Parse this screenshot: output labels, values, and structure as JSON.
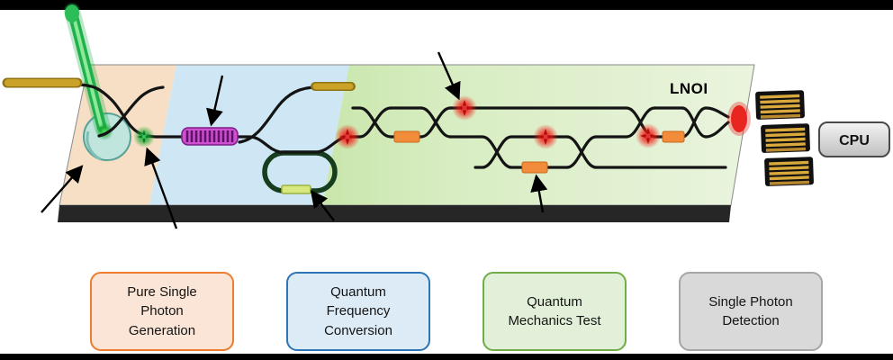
{
  "scene": {
    "material_label": "LNOI",
    "cpu_label": "CPU"
  },
  "legend": {
    "generation": {
      "label": "Pure Single Photon Generation",
      "fill": "#FBE5D6",
      "border": "#ED7D31"
    },
    "conversion": {
      "label": "Quantum Frequency Conversion",
      "fill": "#DDEBF7",
      "border": "#2E75B6"
    },
    "test": {
      "label": "Quantum Mechanics Test",
      "fill": "#E2F0D9",
      "border": "#70AD47"
    },
    "detection": {
      "label": "Single Photon Detection",
      "fill": "#D9D9D9",
      "border": "#A6A6A6"
    }
  },
  "colors": {
    "chip_region_generation": "#F6DFC4",
    "chip_region_conversion": "#CFE7F4",
    "chip_region_test": "#D2EBB9",
    "chip_front_face": "#262626",
    "fiber_gold": "#C9A227",
    "laser_green": "#21B14C",
    "poled_magenta": "#CE4FD0",
    "modulator_orange": "#F28C3A",
    "photon_red": "#E8261F",
    "photon_green": "#2BBE58",
    "resonator_teal": "#BDE6DE",
    "loop_dark_green": "#173D1F",
    "detector_gold": "#D9A93B",
    "waveguide_black": "#141414"
  }
}
